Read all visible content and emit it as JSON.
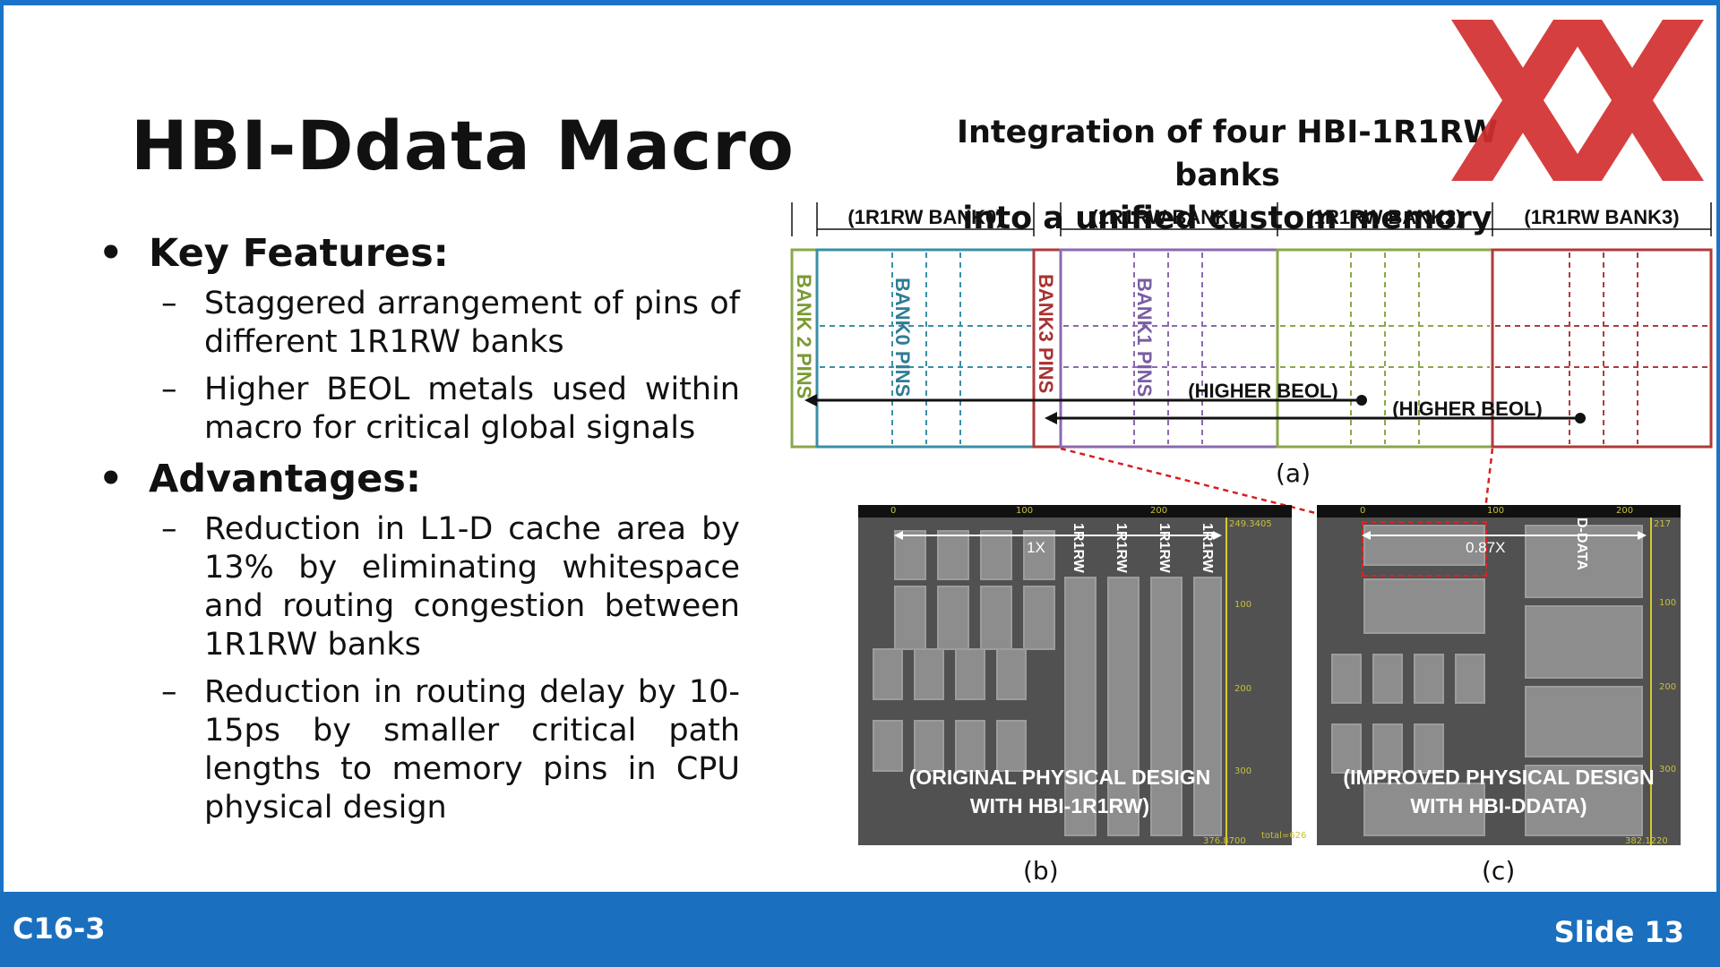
{
  "slide": {
    "title": "HBI-Ddata Macro",
    "section1": "Key Features:",
    "features": [
      "Staggered arrangement of pins of different 1R1RW banks",
      "Higher BEOL metals used within macro for critical global signals"
    ],
    "section2": "Advantages:",
    "advantages": [
      "Reduction in L1-D cache area by 13% by eliminating whitespace and routing congestion between 1R1RW banks",
      "Reduction in routing delay by 10-15ps by smaller critical path lengths to memory pins in CPU physical design"
    ],
    "bullet_glyph": "•",
    "dash_glyph": "–"
  },
  "figure": {
    "title_line1": "Integration of four HBI-1R1RW banks",
    "title_line2": "into a unified custom memory",
    "bank_headers": [
      "(1R1RW BANK0)",
      "(1R1RW BANK1)",
      "(1R1RW BANK2)",
      "(1R1RW BANK3)"
    ],
    "pin_labels": [
      "BANK 2 PINS",
      "BANK0 PINS",
      "BANK3 PINS",
      "BANK1 PINS"
    ],
    "beol_labels": [
      "(HIGHER BEOL)",
      "(HIGHER BEOL)"
    ],
    "caption_a": "(a)",
    "caption_b": "(b)",
    "caption_c": "(c)",
    "panel_b": {
      "marker": "1X",
      "bank_labels": [
        "1R1RW",
        "1R1RW",
        "1R1RW",
        "1R1RW"
      ],
      "text_line1": "(ORIGINAL PHYSICAL DESIGN",
      "text_line2": "WITH HBI-1R1RW)",
      "ruler_ticks": [
        "0",
        "100",
        "200"
      ],
      "y_ticks": [
        "100",
        "200",
        "300"
      ],
      "corner_top": "249.3405",
      "corner_bottom": "376.8700",
      "corner_extra": "total=626"
    },
    "panel_c": {
      "marker": "0.87X",
      "bank_label": "D-DATA",
      "text_line1": "(IMPROVED PHYSICAL DESIGN",
      "text_line2": "WITH HBI-DDATA)",
      "ruler_ticks": [
        "0",
        "100",
        "200"
      ],
      "y_ticks": [
        "100",
        "200",
        "300"
      ],
      "corner_top": "217",
      "corner_bottom": "382.1220"
    },
    "colors": {
      "bank0": "#3a8fa8",
      "bank1": "#8a6ab0",
      "bank2": "#8aa84a",
      "bank3": "#b03a3a",
      "zoom_line": "#d42020",
      "logo": "#d32f2f"
    }
  },
  "logo": {
    "icon": "xx-logo-icon"
  },
  "footer": {
    "left": "C16-3",
    "right": "Slide 13"
  }
}
